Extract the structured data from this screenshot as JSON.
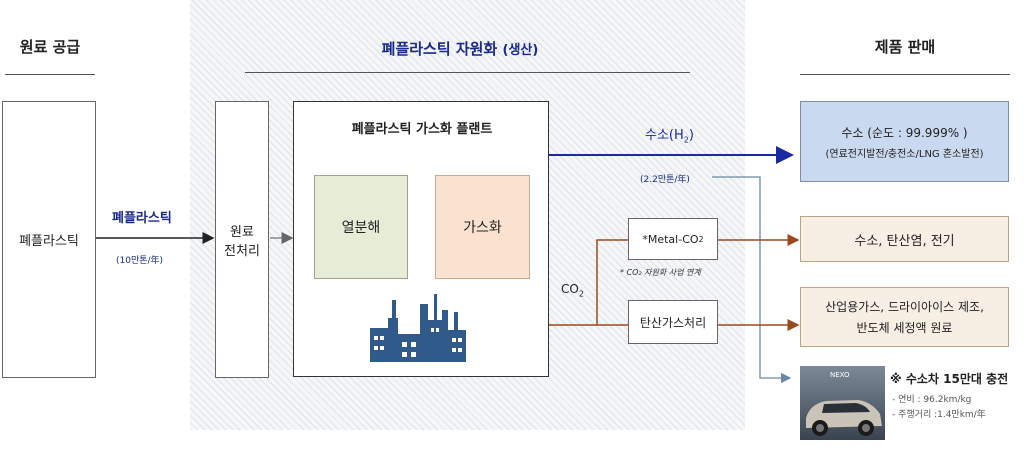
{
  "headers": {
    "left": "원료 공급",
    "center_main": "폐플라스틱 자원화",
    "center_sub": "(생산)",
    "right": "제품 판매"
  },
  "left_box": "폐플라스틱",
  "arrow1": {
    "label": "폐플라스틱",
    "amount": "(10만톤/年)"
  },
  "pretreat": {
    "line1": "원료",
    "line2": "전처리"
  },
  "plant": {
    "title": "폐플라스틱 가스화 플랜트",
    "step1": "열분해",
    "step2": "가스화"
  },
  "hydrogen": {
    "label": "수소(H",
    "sub": "2",
    "close": ")",
    "amount": "(2.2만톤/年)"
  },
  "co2_label": {
    "text": "CO",
    "sub": "2"
  },
  "metal_box": {
    "text": "*Metal-CO",
    "sub": "2"
  },
  "co2_note": "* CO₂ 자원화 사업 연계",
  "carbon_box": "탄산가스처리",
  "products": {
    "p1_line1": "수소 (순도 : 99.999% )",
    "p1_line2": "(연료전지발전/충전소/LNG 혼소발전)",
    "p2": "수소, 탄산염, 전기",
    "p3_line1": "산업용가스, 드라이아이스 제조,",
    "p3_line2": "반도체 세정액 원료"
  },
  "car": {
    "badge": "NEXO",
    "title": "※ 수소차 15만대 충전",
    "detail1": "- 연비 : 96.2km/kg",
    "detail2": "- 주행거리 :1.4만km/年"
  },
  "colors": {
    "blue_arrow": "#1a2aa0",
    "brown_arrow": "#9a4a1a",
    "green_box": "#e6ecd6",
    "peach_box": "#f9e2d0",
    "product_blue": "#c9d9ef",
    "factory": "#2f5a8a"
  }
}
